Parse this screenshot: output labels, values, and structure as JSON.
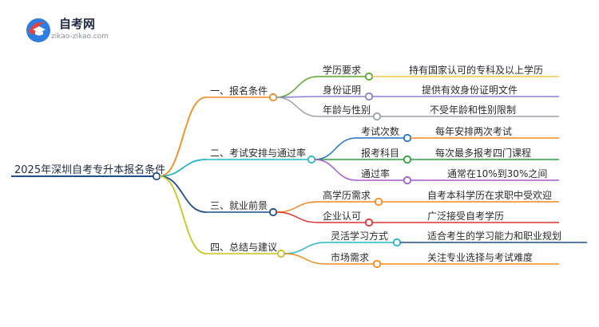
{
  "logo": {
    "title": "自考网",
    "url": "zikao-zikao.com"
  },
  "mindmap": {
    "root": "2025年深圳自考专升本报名条件",
    "branches": [
      {
        "label": "一、报名条件",
        "color": "#f28a1e",
        "children": [
          {
            "label": "学历要求",
            "color": "#5aa829",
            "detail": "持有国家认可的专科及以上学历",
            "detail_color": "#f2c94c"
          },
          {
            "label": "身份证明",
            "color": "#8a7fd3",
            "detail": "提供有效身份证明文件",
            "detail_color": "#8a7fd3"
          },
          {
            "label": "年龄与性别",
            "color": "#9aa0a8",
            "detail": "不受年龄和性别限制",
            "detail_color": "#9aa0a8"
          }
        ]
      },
      {
        "label": "二、考试安排与通过率",
        "color": "#26b6c6",
        "children": [
          {
            "label": "考试次数",
            "color": "#1e73c8",
            "detail": "每年安排两次考试",
            "detail_color": "#f28a1e"
          },
          {
            "label": "报考科目",
            "color": "#2e9e3e",
            "detail": "每次最多报考四门课程",
            "detail_color": "#2e9e3e"
          },
          {
            "label": "通过率",
            "color": "#a45bd1",
            "detail": "通常在10%到30%之间",
            "detail_color": "#a45bd1"
          }
        ]
      },
      {
        "label": "三、就业前景",
        "color": "#1f4e8c",
        "children": [
          {
            "label": "高学历需求",
            "color": "#f28a1e",
            "detail": "自考本科学历在求职中受欢迎",
            "detail_color": "#f28a1e"
          },
          {
            "label": "企业认可",
            "color": "#e03030",
            "detail": "广泛接受自考学历",
            "detail_color": "#e03030"
          }
        ]
      },
      {
        "label": "四、总结与建议",
        "color": "#c7c31e",
        "children": [
          {
            "label": "灵活学习方式",
            "color": "#26b6c6",
            "detail": "适合考生的学习能力和职业规划",
            "detail_color": "#1f4e8c"
          },
          {
            "label": "市场需求",
            "color": "#f28a1e",
            "detail": "关注专业选择与考试难度",
            "detail_color": "#f28a1e"
          }
        ]
      }
    ]
  }
}
